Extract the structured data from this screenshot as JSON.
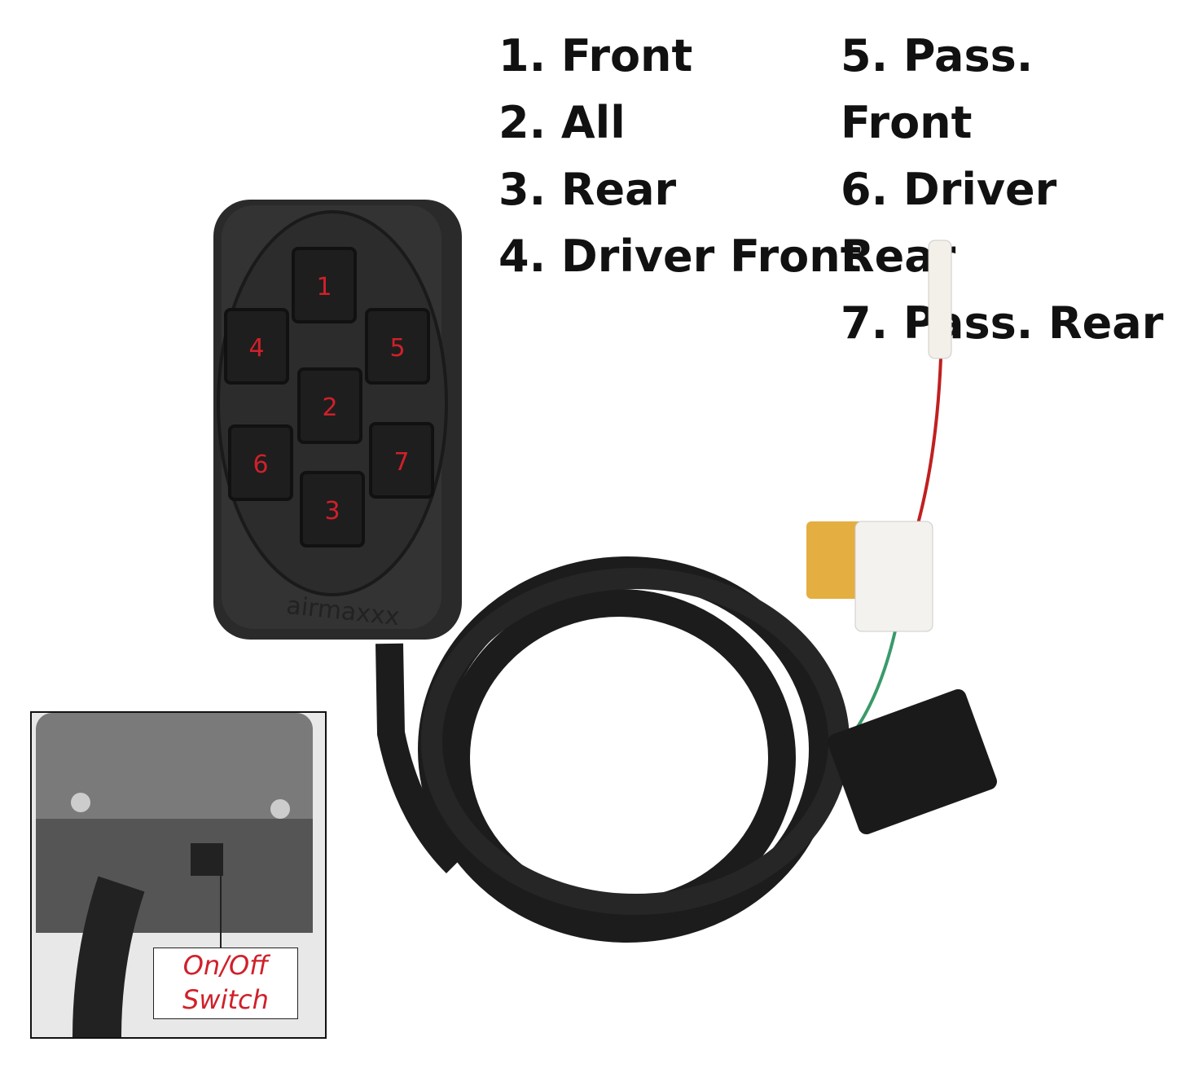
{
  "legend": {
    "left": [
      "1. Front",
      "2. All",
      "3. Rear",
      "4. Driver Front"
    ],
    "right": [
      "5. Pass. Front",
      "6. Driver Rear",
      "7. Pass. Rear"
    ]
  },
  "controller": {
    "buttons": [
      "1",
      "4",
      "5",
      "2",
      "6",
      "7",
      "3"
    ],
    "brand": "airmaxxx"
  },
  "inset": {
    "switch_label_line1": "On/Off",
    "switch_label_line2": "Switch"
  },
  "colors": {
    "label_red": "#d0202a",
    "body": "#2a2a2a",
    "fuse": "#e0a020"
  }
}
